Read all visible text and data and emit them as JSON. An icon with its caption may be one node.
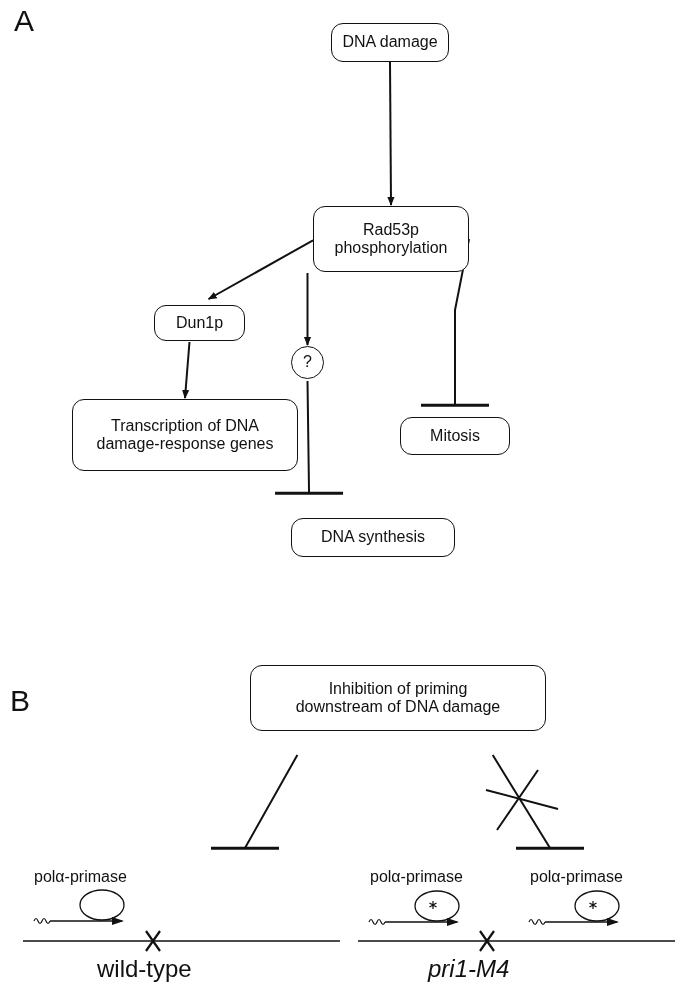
{
  "diagram": {
    "nodes": [
      {
        "text": [
          "DNA damage"
        ]
      },
      {
        "text": [
          "Rad53p phosphorylation"
        ]
      },
      {
        "text": [
          "Dun1p"
        ]
      },
      {
        "text": [
          "?"
        ]
      },
      {
        "text": [
          "Transcription of DNA damage-response genes"
        ]
      },
      {
        "text": [
          "Mitosis"
        ]
      },
      {
        "text": [
          "DNA synthesis"
        ]
      },
      {
        "text": [
          "Inhibition of priming downstream of DNA damage"
        ]
      }
    ],
    "edges": [
      {
        "from": 0,
        "to": 1,
        "arrow": "to"
      },
      {
        "from": 1,
        "to": 2,
        "arrow": "to"
      },
      {
        "from": 1,
        "to": 3,
        "arrow": "to"
      },
      {
        "from": 1,
        "to": 5,
        "arrow": "other"
      },
      {
        "from": 2,
        "to": 4,
        "arrow": "to"
      },
      {
        "from": 3,
        "to": 6,
        "arrow": "other"
      },
      {
        "from": 7,
        "to": null,
        "arrow": "other"
      },
      {
        "from": 7,
        "to": null,
        "arrow": "other"
      }
    ],
    "labels": [
      "A",
      "B",
      "polα-primase",
      "polα-primase",
      "polα-primase",
      "wild-type",
      "pri1-M4"
    ]
  }
}
